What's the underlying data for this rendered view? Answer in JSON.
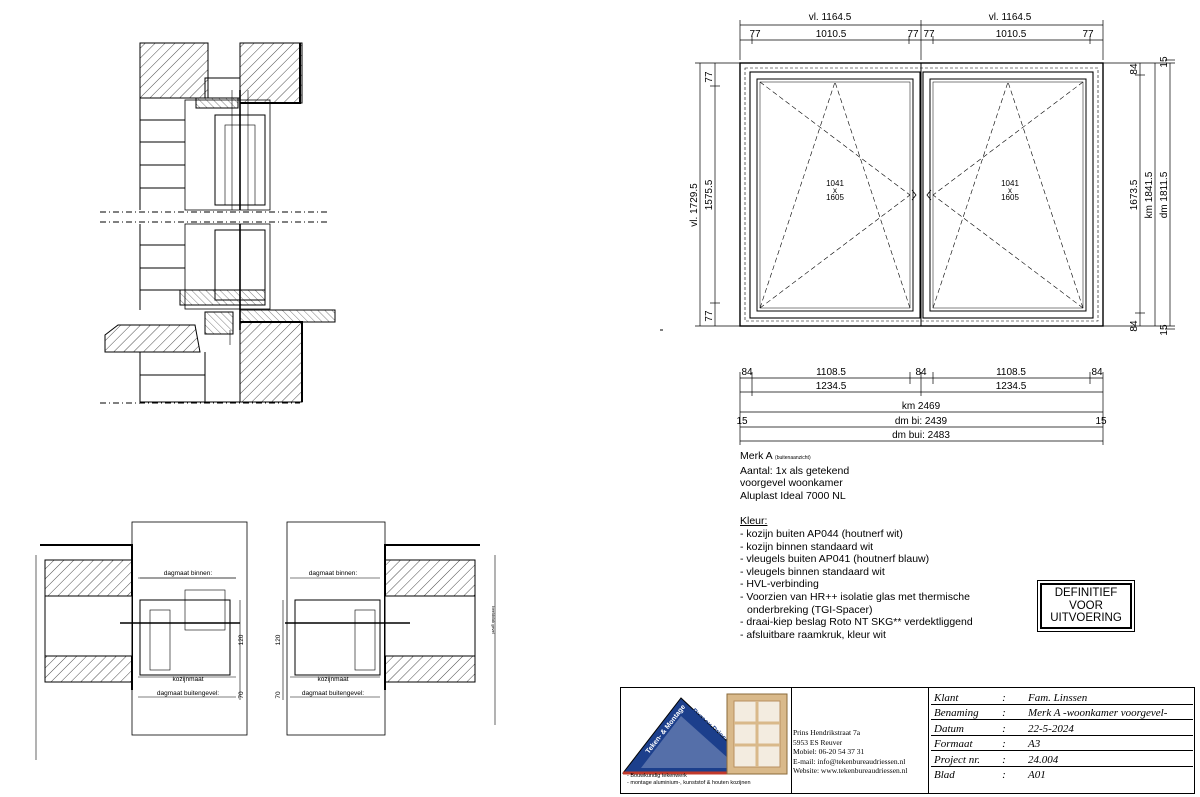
{
  "elevation": {
    "top_dims": {
      "left_total": "vl. 1164.5",
      "right_total": "vl. 1164.5",
      "segments": [
        "77",
        "1010.5",
        "77",
        "77",
        "1010.5",
        "77"
      ]
    },
    "left_dims": {
      "outer": "vl. 1729.5",
      "inner": "1575.5",
      "top_profile": "77",
      "bottom_profile": "77"
    },
    "right_dims": {
      "inner": "1673.5",
      "km": "km 1841.5",
      "dm": "dm 1811.5",
      "top_profile": "84",
      "bottom_profile": "84",
      "top_edge": "15",
      "bottom_edge": "15"
    },
    "sash_left_size": [
      "1041",
      "x",
      "1605"
    ],
    "sash_right_size": [
      "1041",
      "x",
      "1605"
    ],
    "bottom_dims": {
      "row1": [
        "84",
        "1108.5",
        "84",
        "1108.5",
        "84"
      ],
      "row2": [
        "1234.5",
        "1234.5"
      ],
      "km": "km 2469",
      "dm_bi": "dm bi: 2439",
      "dm_bui": "dm bui: 2483",
      "edge_left": "15",
      "edge_right": "15"
    }
  },
  "sections": {
    "label_dagmaat_binnen": "dagmaat binnen:",
    "label_kozijnmaat": "kozijnmaat",
    "label_dagmaat_buitengevel": "dagmaat buitengevel:",
    "dim_120": "120",
    "dim_70": "70",
    "label_negge": "beeldvlak gevel"
  },
  "notes": {
    "title": "Merk A",
    "title_sub": "(buitenaanzicht)",
    "lines": [
      "Aantal: 1x als getekend",
      "voorgevel woonkamer",
      "Aluplast Ideal 7000 NL"
    ],
    "kleur_title": "Kleur:",
    "kleur_items": [
      "- kozijn buiten AP044 (houtnerf wit)",
      "- kozijn binnen standaard wit",
      "- vleugels buiten AP041 (houtnerf blauw)",
      "- vleugels binnen standaard wit",
      "- HVL-verbinding",
      "- Voorzien van HR++ isolatie glas met thermische",
      "onderbreking (TGI-Spacer)",
      "- draai-kiep beslag Roto NT SKG** verdektliggend",
      "- afsluitbare raamkruk, kleur wit"
    ]
  },
  "stamp": [
    "DEFINITIEF",
    "VOOR",
    "UITVOERING"
  ],
  "titleblock": {
    "logo_text": "Teken- & Montage Bureau Driessen",
    "logo_lines": [
      "- Bouwkundig tekenwerk",
      "- montage aluminium-, kunststof & houten kozijnen"
    ],
    "address": [
      "Prins Hendrikstraat 7a",
      "5953 ES Reuver",
      "Mobiel:  06-20 54 37 31",
      "E-mail:  info@tekenbureaudriessen.nl",
      "Website: www.tekenbureaudriessen.nl"
    ],
    "rows": [
      {
        "key": "Klant",
        "value": "Fam. Linssen"
      },
      {
        "key": "Benaming",
        "value": "Merk A -woonkamer voorgevel-"
      },
      {
        "key": "Datum",
        "value": "22-5-2024"
      },
      {
        "key": "Formaat",
        "value": "A3"
      },
      {
        "key": "Project nr.",
        "value": "24.004"
      },
      {
        "key": "Blad",
        "value": "A01"
      }
    ]
  },
  "colors": {
    "accent": "#1c3f8c",
    "logo_red": "#c0392b",
    "wood": "#d9b98a"
  }
}
